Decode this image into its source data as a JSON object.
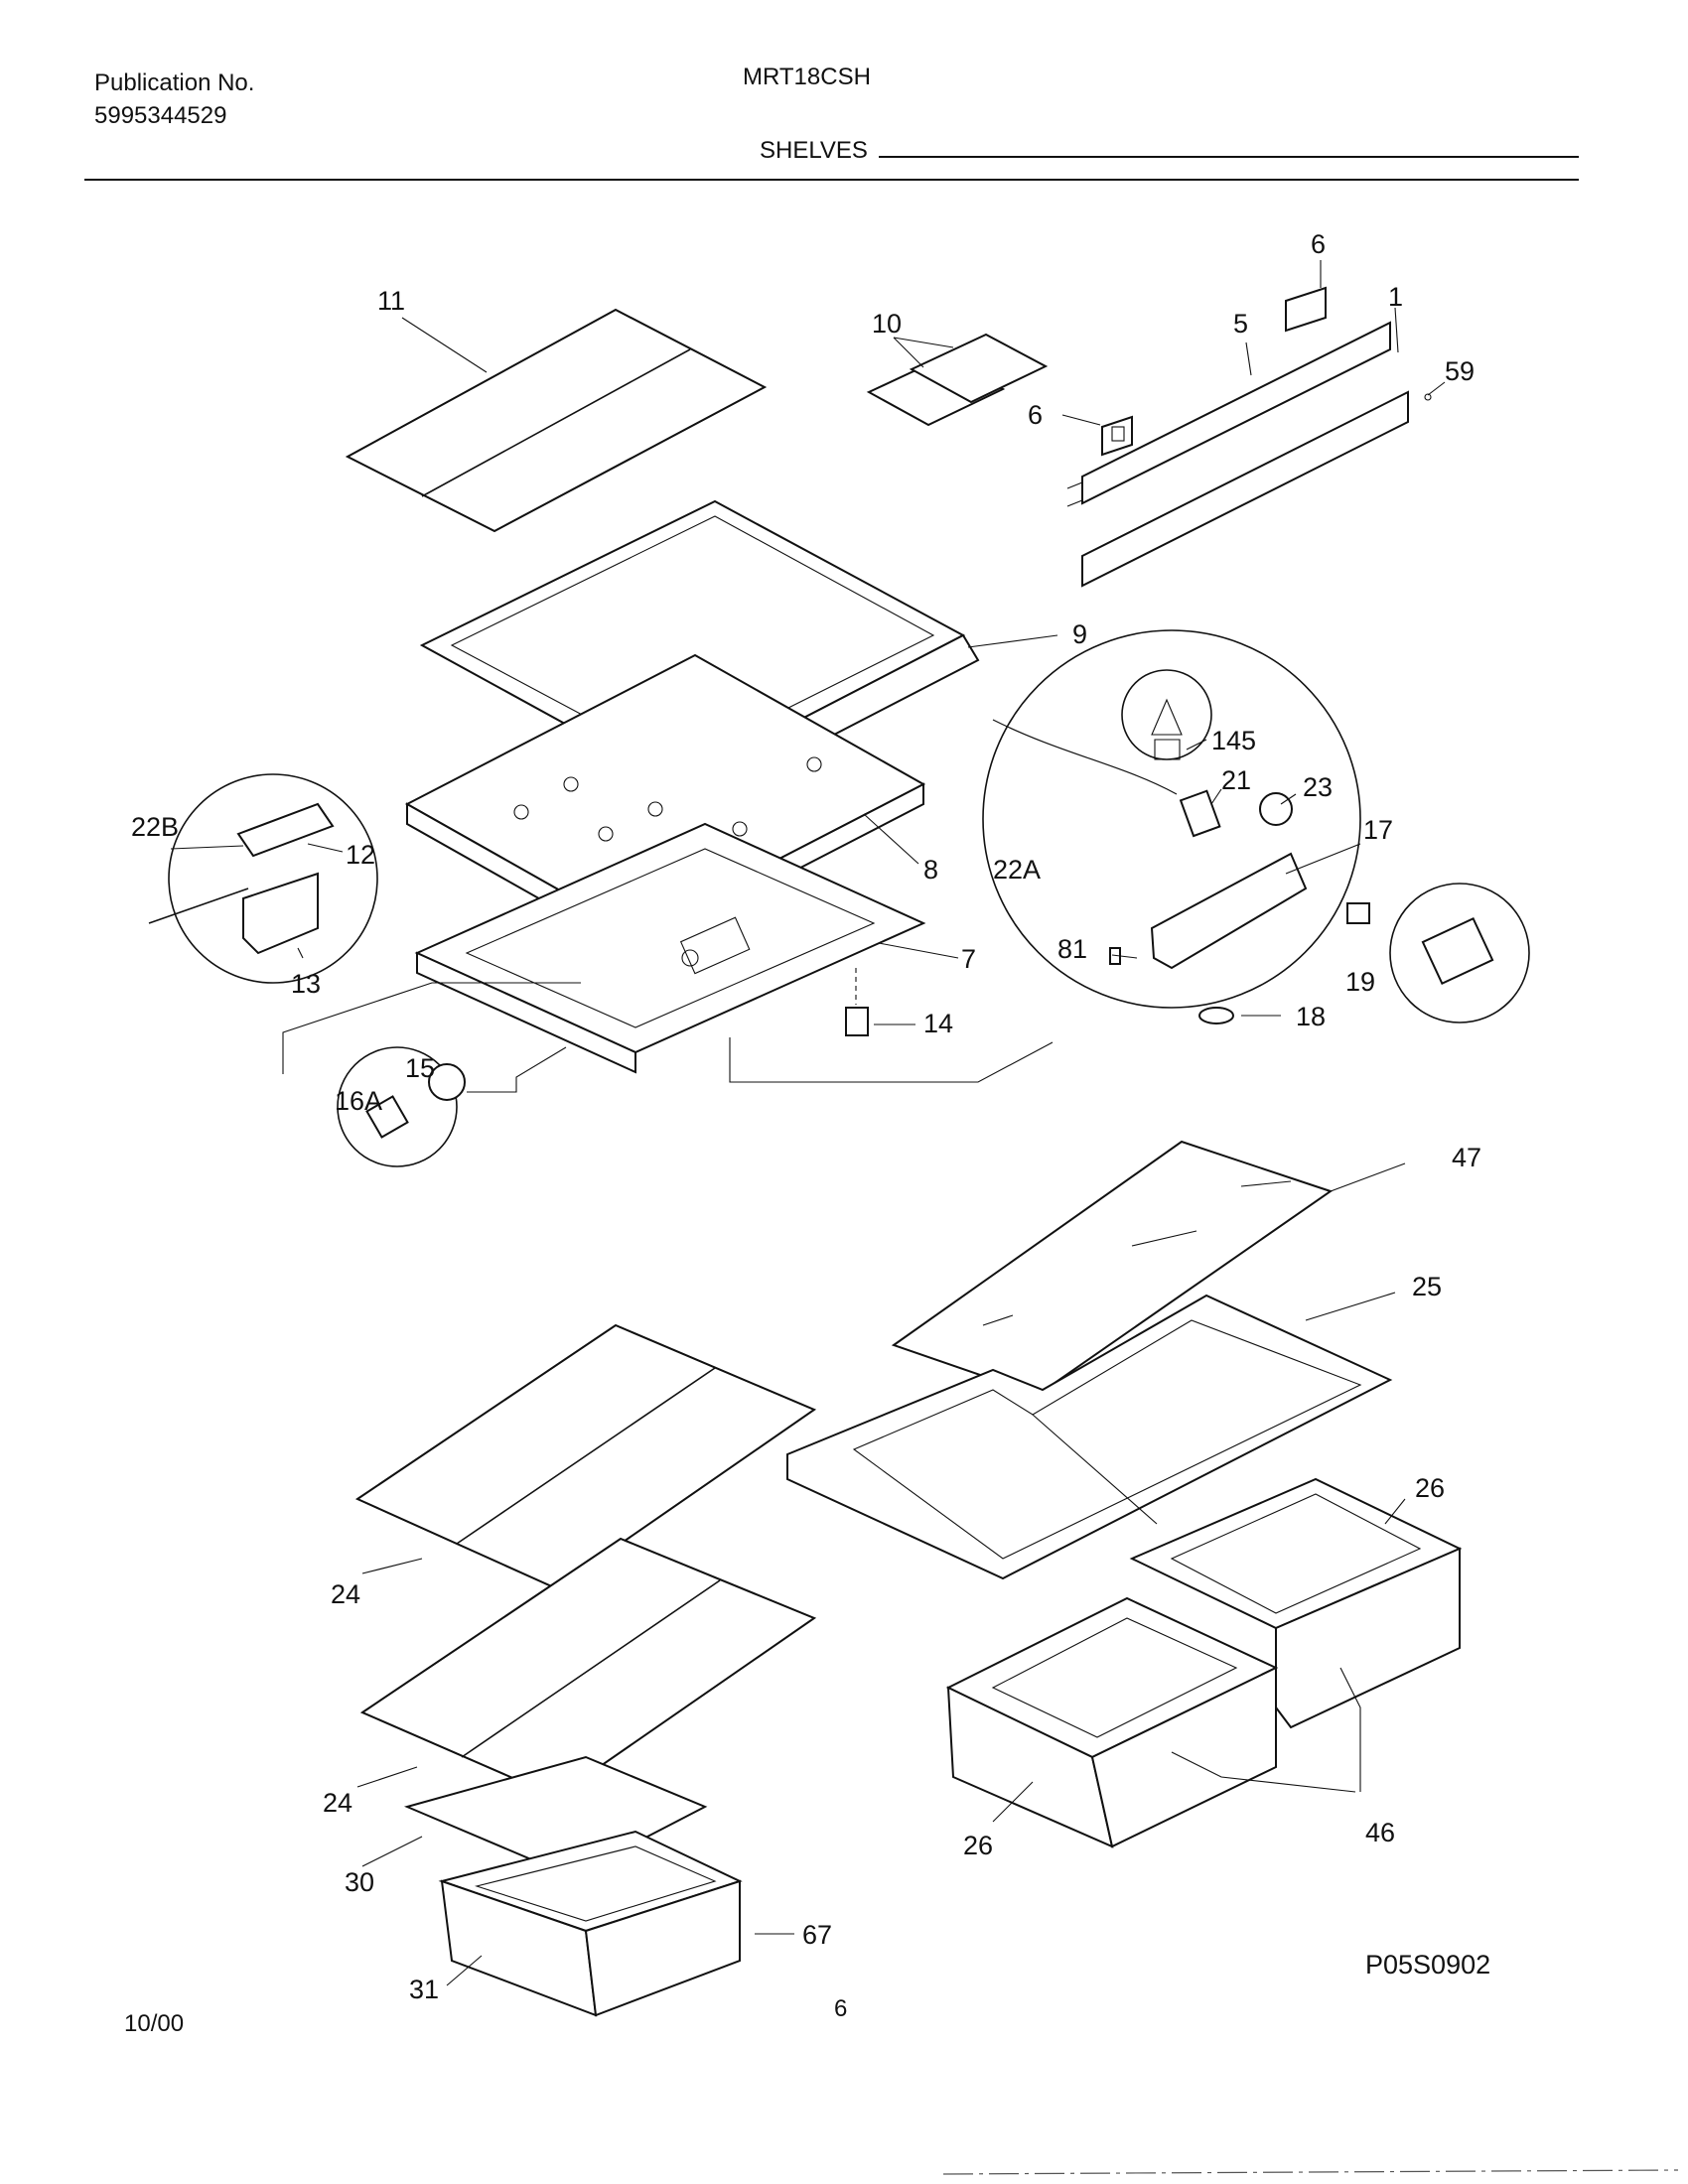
{
  "header": {
    "publication_label": "Publication No.",
    "publication_number": "5995344529",
    "model": "MRT18CSH",
    "section": "SHELVES"
  },
  "footer": {
    "date": "10/00",
    "page": "6",
    "figure_code": "P05S0902"
  },
  "callouts": {
    "c1": "1",
    "c5": "5",
    "c6a": "6",
    "c6b": "6",
    "c59": "59",
    "c10": "10",
    "c11": "11",
    "c9": "9",
    "c8": "8",
    "c7": "7",
    "c14": "14",
    "c22b": "22B",
    "c12": "12",
    "c13": "13",
    "c15": "15",
    "c16a": "16A",
    "c145": "145",
    "c21": "21",
    "c23": "23",
    "c17": "17",
    "c22a": "22A",
    "c81": "81",
    "c19": "19",
    "c18": "18",
    "c47": "47",
    "c25": "25",
    "c26a": "26",
    "c26b": "26",
    "c46": "46",
    "c24a": "24",
    "c24b": "24",
    "c30": "30",
    "c31": "31",
    "c67": "67"
  }
}
